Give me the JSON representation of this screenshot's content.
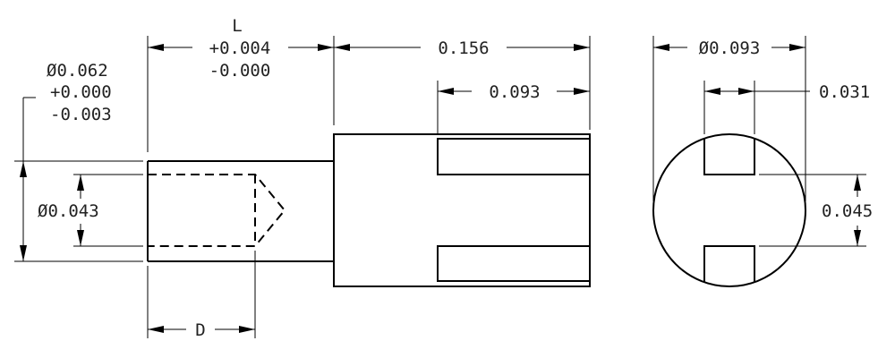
{
  "diagram": {
    "labels": {
      "length": "L",
      "length_tol_plus": "+0.004",
      "length_tol_minus": "-0.000",
      "overall_head": "0.156",
      "slot_depth": "0.093",
      "shank_dia": "Ø0.062",
      "shank_tol_plus": "+0.000",
      "shank_tol_minus": "-0.003",
      "bore_dia": "Ø0.043",
      "bore_depth": "D",
      "head_dia": "Ø0.093",
      "slot_width": "0.031",
      "flat_spacing": "0.045"
    }
  }
}
